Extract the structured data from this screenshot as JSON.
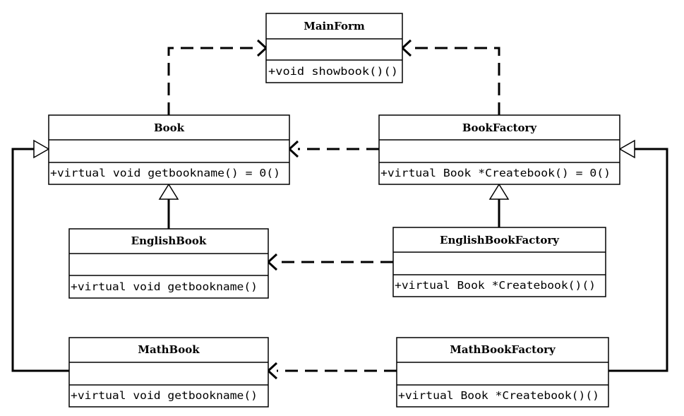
{
  "classes": {
    "mainform": {
      "name": "MainForm",
      "method": "+void showbook()()"
    },
    "book": {
      "name": "Book",
      "method": "+virtual void getbookname() = 0()"
    },
    "bookfactory": {
      "name": "BookFactory",
      "method": "+virtual Book *Createbook() = 0()"
    },
    "englishbook": {
      "name": "EnglishBook",
      "method": "+virtual void getbookname()"
    },
    "englishbookfactory": {
      "name": "EnglishBookFactory",
      "method": "+virtual Book *Createbook()()"
    },
    "mathbook": {
      "name": "MathBook",
      "method": "+virtual void getbookname()"
    },
    "mathbookfactory": {
      "name": "MathBookFactory",
      "method": "+virtual Book *Createbook()()"
    }
  },
  "relations": [
    {
      "kind": "dependency",
      "from": "book",
      "to": "mainform"
    },
    {
      "kind": "dependency",
      "from": "bookfactory",
      "to": "mainform"
    },
    {
      "kind": "dependency",
      "from": "bookfactory",
      "to": "book"
    },
    {
      "kind": "dependency",
      "from": "englishbookfactory",
      "to": "englishbook"
    },
    {
      "kind": "dependency",
      "from": "mathbookfactory",
      "to": "mathbook"
    },
    {
      "kind": "generalization",
      "from": "englishbook",
      "to": "book"
    },
    {
      "kind": "generalization",
      "from": "mathbook",
      "to": "book"
    },
    {
      "kind": "generalization",
      "from": "englishbookfactory",
      "to": "bookfactory"
    },
    {
      "kind": "generalization",
      "from": "mathbookfactory",
      "to": "bookfactory"
    }
  ]
}
